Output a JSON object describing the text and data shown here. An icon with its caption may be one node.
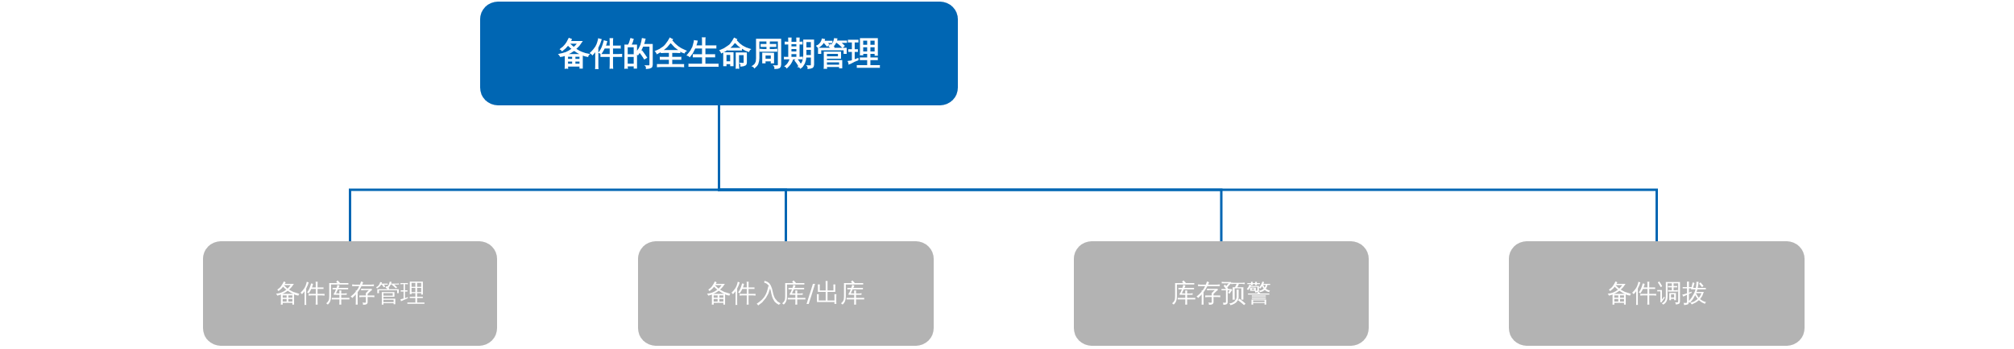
{
  "diagram": {
    "nodes": [
      {
        "text": [
          "备件的全生命周期管理"
        ]
      },
      {
        "text": [
          "备件库存管理"
        ]
      },
      {
        "text": [
          "备件入库/出库"
        ]
      },
      {
        "text": [
          "库存预警"
        ]
      },
      {
        "text": [
          "备件调拨"
        ]
      }
    ],
    "edges": [
      {
        "from": 0,
        "to": 1,
        "arrow": "none"
      },
      {
        "from": 0,
        "to": 2,
        "arrow": "none"
      },
      {
        "from": 0,
        "to": 3,
        "arrow": "none"
      },
      {
        "from": 0,
        "to": 4,
        "arrow": "none"
      }
    ]
  }
}
